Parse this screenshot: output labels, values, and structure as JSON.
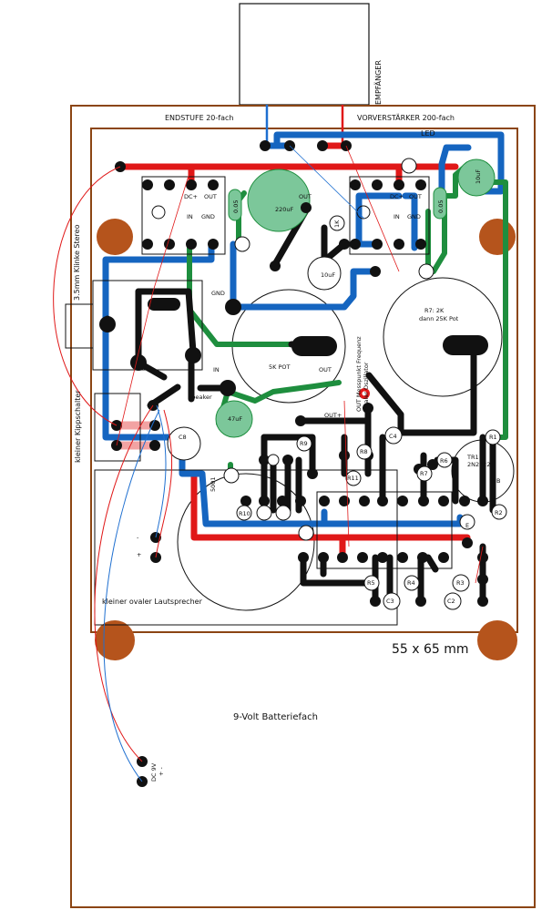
{
  "labels": {
    "receiver": "EMPFÄNGER",
    "power_amp": "ENDSTUFE 20-fach",
    "preamp": "VORVERSTÄRKER 200-fach",
    "led": "LED",
    "dc_plus_left": "DC+",
    "out_left": "OUT",
    "in_left": "IN",
    "gnd_left": "GND",
    "dc_plus_right": "DC+",
    "out_right": "OUT",
    "in_right": "IN",
    "gnd_right": "GND",
    "cap_220uf": "220uF",
    "cap_220uf_out": "OUT",
    "cap_005_left": "0.05",
    "cap_005_right": "0.05",
    "res_1k": "1K",
    "cap_10uf_a": "10uF",
    "cap_10uf_b": "10uF",
    "headphone_jack": "3.5mm Klinke Stereo",
    "gnd_mid": "GND",
    "pot_5k": "5K POT",
    "pot_5k_out": "OUT",
    "pot_r7_line1": "R7: 2K",
    "pot_r7_line2": "dann 25K Pot",
    "in_mid": "IN",
    "speaker": "speaker",
    "measure_line1": "OUT Messpunkt Frequenz",
    "measure_line2": "lokaler Oszillator",
    "out_plus": "OUT+",
    "toggle_switch": "kleiner Kippschalter",
    "cap_47uf": "47uF",
    "c8": "C8",
    "c4": "C4",
    "r9": "R9",
    "r8": "R8",
    "r11": "R11",
    "r10": "R10",
    "r7": "R7",
    "r6": "R6",
    "r1": "R1",
    "r2": "R2",
    "r3": "R3",
    "r4": "R4",
    "r5": "R5",
    "c2": "C2",
    "c3": "C3",
    "cap_5001": "5001",
    "tr1_line1": "TR1",
    "tr1_line2": "2N2222",
    "transistor_b": "B",
    "transistor_e": "E",
    "speaker_oval": "kleiner ovaler Lautsprecher",
    "minus": "-",
    "plus": "+",
    "dimensions": "55 x 65 mm",
    "battery": "9-Volt Batteriefach",
    "dc9v": "DC 9V",
    "dc9v_pm": "+ -"
  },
  "colors": {
    "board_border": "#8B4513",
    "mount_hole": "#B5541C",
    "trace_blue": "#1565C0",
    "trace_green": "#1E8E3E",
    "trace_black": "#111111",
    "trace_red": "#E01818",
    "wire_red": "#E01818",
    "wire_blue": "#1E6FD0",
    "cap_green": "#7CC79A",
    "pad_light": "#CFCFCF"
  }
}
